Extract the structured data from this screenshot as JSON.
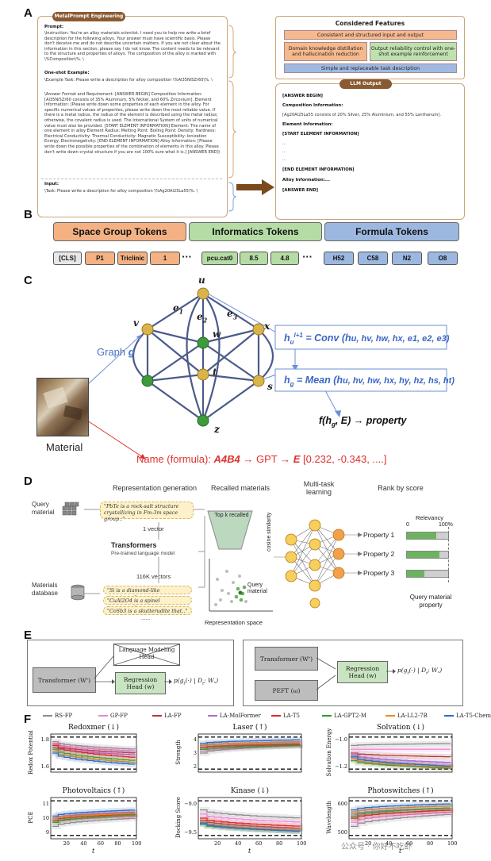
{
  "panels": {
    "a": "A",
    "b": "B",
    "c": "C",
    "d": "D",
    "e": "E",
    "f": "F"
  },
  "panelA": {
    "engineering_tag": "MetalPrompt Engineering",
    "prompt_head": "Prompt:",
    "prompt_text": "\\Instruction: You're an alloy materials scientist. I need you to help me write a brief description for the following alloys. Your answer must have scientific basis. Please don't deceive me and do not describe uncertain matters. If you are not clear about the information in this section, please say I do not know. The content needs to be relevant to the structure and properties of alloys. The composition of the alloy is marked with \\%Composition\\%. \\",
    "oneshot_head": "One-shot Example:",
    "oneshot_task": "\\Example Task: Please write a description for alloy composition \\%Al35Ni5Zr60\\%. \\",
    "answer_text": "\\Answer Format and Requirement: [ANSWER BEGIN] Composition Information: [Al35Ni5Zr60 consists of 35% Aluminum, 5% Nickel, and 60% Zirconium]. Element Information: [Please write down some properties of each element in the alloy. For specific numerical values of properties, please write down the most reliable value. If there is a metal radius, the radius of the element is described using the metal radius; otherwise, the covalent radius is used. The International System of units of numerical value must also be provided. [START ELEMENT INFORMATION] Element: The name of one element in alloy Element Radius: Melting Point: Boiling Point: Density: Hardness: Electrical Conductivity: Thermal Conductivity: Magnetic Susceptibility: Ionization Energy: Electronegativity: [END ELEMENT INFORMATION] Alloy Information: [Please write down the possible properties of the combination of elements in this alloy. Please don't write down crystal structure if you are not 100% sure what it is.] [ANSWER END]\\",
    "input_head": "Input:",
    "input_text": "\\Task: Please write a description for alloy composition \\%Ag20Al25La55\\%. \\",
    "features_title": "Considered Features",
    "feature1": "Consistent and structured input and output",
    "feature2": "Domain knowledge distillation and hallucination reduction",
    "feature3": "Output reliability control with one-shot example reinforcement",
    "feature4": "Simple and replaceable task description",
    "llm_tag": "LLM Output",
    "llm_lines": [
      "[ANSWER BEGIN]",
      "Composition Information:",
      "[Ag20Al25La55 consists of 20% Silver, 25% Aluminium, and 55% Lanthanum].",
      "Element Information:",
      "[START ELEMENT INFORMATION]",
      "...",
      "...",
      "...",
      "[END ELEMENT INFORMATION]",
      "Alloy Information:...",
      "[ANSWER END]"
    ],
    "colors": {
      "tag": "#8a5a32",
      "feature_orange": "#f6b98d",
      "feature_green": "#bfe1b0",
      "feature_blue": "#9fb9e2",
      "arrow": "#7a4a1e"
    }
  },
  "panelB": {
    "headers": [
      {
        "label": "Space Group Tokens",
        "color": "#f4b183"
      },
      {
        "label": "Informatics Tokens",
        "color": "#b5dca5"
      },
      {
        "label": "Formula Tokens",
        "color": "#9db8e0"
      }
    ],
    "tokens": [
      "[CLS]",
      "P1",
      "Triclinic",
      "1",
      "···",
      "pcu.cat0",
      "8.5",
      "4.8",
      "···",
      "H52",
      "C58",
      "N2",
      "O8"
    ]
  },
  "panelC": {
    "node_u": "u",
    "node_v": "v",
    "node_w": "w",
    "node_x": "x",
    "node_t": "t",
    "node_s": "s",
    "node_z": "z",
    "edge_e1": "e",
    "edge_e1_sub": "1",
    "edge_e2": "e",
    "edge_e2_sub": "2",
    "edge_e3": "e",
    "edge_e3_sub": "3",
    "graph_label": "Graph ",
    "graph_symbol": "g",
    "conv_formula": "h",
    "conv_text": "u",
    "conv_sup": "l+1",
    "conv_rest": " = Conv (h",
    "conv_args": "u, hv, hw, hx, e1, e2, e3)",
    "mean_text": "g",
    "mean_rest": " = Mean (h",
    "mean_args": "u, hv, hw, hx, hy, hz, hs, ht)",
    "property_f": "f(h",
    "property_g": "g",
    "property_rest": ", E) → property",
    "material_label": "Material",
    "name_prefix": "Name (formula): ",
    "formula": "A4B4",
    "gpt": " → GPT → ",
    "embed_sym": "E",
    "embed_vals": " [0.232, -0.343, ....]",
    "colors": {
      "edge": "#4a5a8a",
      "node_gold": "#d9b44a",
      "node_green": "#3e9a3a",
      "formula_blue": "#3a66c4",
      "name_red": "#e03030"
    }
  },
  "panelD": {
    "head_repr": "Representation generation",
    "head_recalled": "Recalled materials",
    "head_multitask": "Multi-task learning",
    "head_rank": "Rank by score",
    "query_material": "Query material",
    "query_quote": "\"PbTe is a rock-salt structure crystallizing in Fm-3m space group..\"",
    "one_vector": "1 vector",
    "transformers": "Transformers",
    "transformers_sub": "Pre-trained language model",
    "vectors": "116K vectors",
    "materials_db": "Materials database",
    "db_quote1": "\"Si is a diamond-like structure..\"",
    "db_quote2": "\"CuAl2O4 is a spinel structure..\"",
    "db_quote3": "\"CoSb3 is a skutterudite that..\"",
    "db_more": "......",
    "topk": "Top k recalled",
    "cosine": "cosine similarity",
    "query_mat2": "Query material",
    "repr_space": "Representation space",
    "relevancy": "Relevancy",
    "rel0": "0",
    "rel100": "100%",
    "properties": [
      {
        "label": "Property 1",
        "relevancy": 0.72
      },
      {
        "label": "Property 2",
        "relevancy": 0.78
      },
      {
        "label": "Property 3",
        "relevancy": 0.42
      }
    ],
    "query_prop": "Query material property",
    "colors": {
      "node_orange": "#f4a04a",
      "node_yellow": "#f6cf5c",
      "bar_green": "#6cb35f",
      "bar_gray": "#cfcfcf"
    }
  },
  "panelE": {
    "left_transformer": "Transformer (W",
    "left_transformer_sub": "*",
    "lm_head": "Language Modeling Head",
    "reg_head": "Regression Head (w)",
    "left_formula": "p(g",
    "left_formula_rest": "(·) | D",
    "left_formula_end": "; W",
    "right_transformer": "Transformer (W",
    "right_reg": "Regression Head (w)",
    "peft": "PEFT (ω)",
    "right_formula": "p(g",
    "right_formula_rest": "(·) | D",
    "right_formula_end": "; W"
  },
  "panelF": {
    "legend": [
      {
        "label": "RS-FP",
        "color": "#8c8c8c"
      },
      {
        "label": "GP-FP",
        "color": "#e68bd6"
      },
      {
        "label": "LA-FP",
        "color": "#b23b3b"
      },
      {
        "label": "LA-MolFormer",
        "color": "#b069d8"
      },
      {
        "label": "LA-T5",
        "color": "#e0282a"
      },
      {
        "label": "LA-GPT2-M",
        "color": "#2e9a3a"
      },
      {
        "label": "LA-LL2-7B",
        "color": "#f08a1c"
      },
      {
        "label": "LA-T5-Chem",
        "color": "#2a6fc9"
      }
    ],
    "plots": [
      {
        "title": "Redoxmer (↓)",
        "ylabel": "Redox Potential",
        "yticks": [
          "1.8",
          "1.6"
        ],
        "xticks": []
      },
      {
        "title": "Laser (↑)",
        "ylabel": "Strength",
        "yticks": [
          "4",
          "3",
          "2"
        ],
        "xticks": []
      },
      {
        "title": "Solvation (↓)",
        "ylabel": "Solvation Energy",
        "yticks": [
          "−1.0",
          "−1.2"
        ],
        "xticks": []
      },
      {
        "title": "Photovoltaics (↑)",
        "ylabel": "PCE",
        "yticks": [
          "11",
          "10",
          "9"
        ],
        "xticks": [
          "20",
          "40",
          "60",
          "80",
          "100"
        ]
      },
      {
        "title": "Kinase (↓)",
        "ylabel": "Docking Score",
        "yticks": [
          "−9.0",
          "−9.5"
        ],
        "xticks": [
          "20",
          "40",
          "60",
          "80",
          "100"
        ]
      },
      {
        "title": "Photoswitches (↑)",
        "ylabel": "Wavelength",
        "yticks": [
          "600",
          "500"
        ],
        "xticks": [
          "20",
          "40",
          "60",
          "80",
          "100"
        ]
      }
    ],
    "xlabel": "t",
    "watermark": "公众号 · 你好不吃虾"
  }
}
